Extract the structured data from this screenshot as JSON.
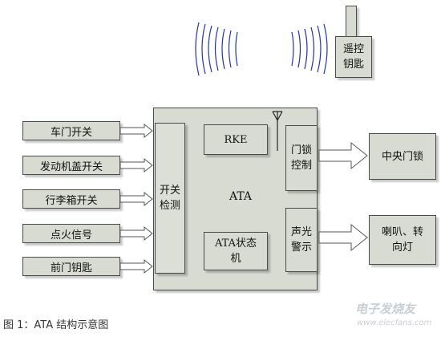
{
  "remote_key": {
    "label": "遥控\n钥匙"
  },
  "inputs": [
    {
      "label": "车门开关"
    },
    {
      "label": "发动机盖开关"
    },
    {
      "label": "行李箱开关"
    },
    {
      "label": "点火信号"
    },
    {
      "label": "前门钥匙"
    }
  ],
  "ata": {
    "label": "ATA",
    "switch_detect": "开关\n检测",
    "rke": "RKE",
    "status_machine": "ATA状态\n机",
    "door_lock_control": "门锁\n控制",
    "sound_light_alarm": "声光\n警示"
  },
  "outputs": {
    "central_lock": "中央门锁",
    "horn_turn_light": "喇叭、转\n向灯"
  },
  "caption": "图 1：ATA 结构示意图",
  "watermark": {
    "main": "电子发烧友",
    "sub": "www.elecfans.com"
  },
  "colors": {
    "box_fill": "#d8dbd2",
    "border": "#4a4a4a",
    "wave": "#2233aa"
  }
}
